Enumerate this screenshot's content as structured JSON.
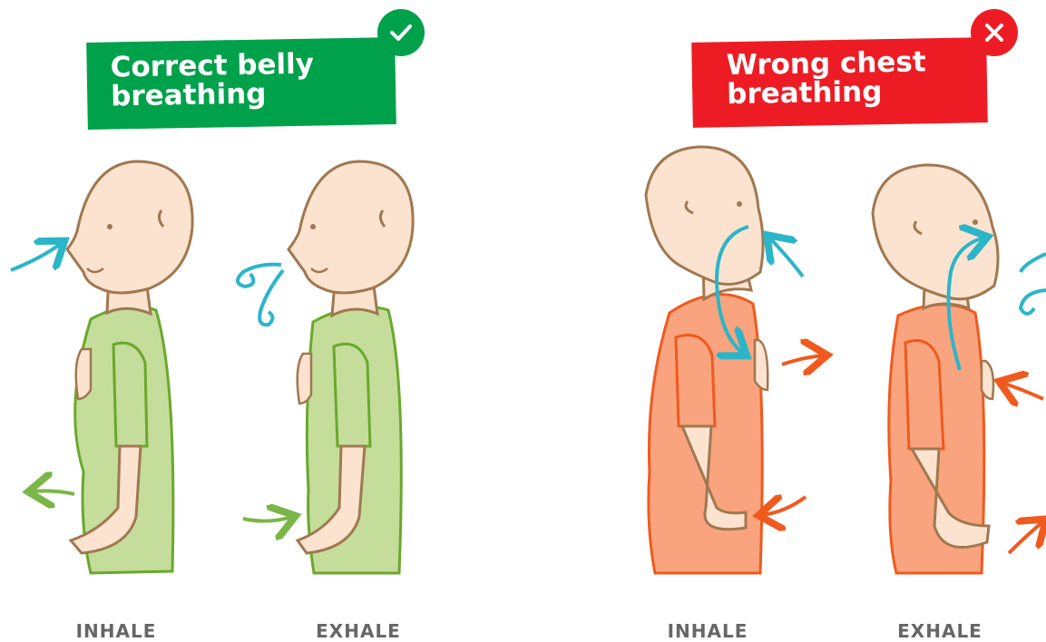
{
  "colors": {
    "correct": "#00a14b",
    "wrong": "#ed1c24",
    "good_shirt": "#c5dd9b",
    "good_outline": "#6aa82c",
    "bad_shirt": "#f9a47e",
    "bad_outline": "#f05a1e",
    "skin": "#fbe3d0",
    "skin_outline": "#a07850",
    "air": "#2bb5c9"
  },
  "panels": {
    "correct": {
      "title": "Correct belly breathing",
      "badge_icon": "check-icon",
      "labels": [
        "INHALE",
        "EXHALE"
      ]
    },
    "wrong": {
      "title": "Wrong chest breathing",
      "badge_icon": "close-icon",
      "labels": [
        "INHALE",
        "EXHALE"
      ]
    }
  }
}
